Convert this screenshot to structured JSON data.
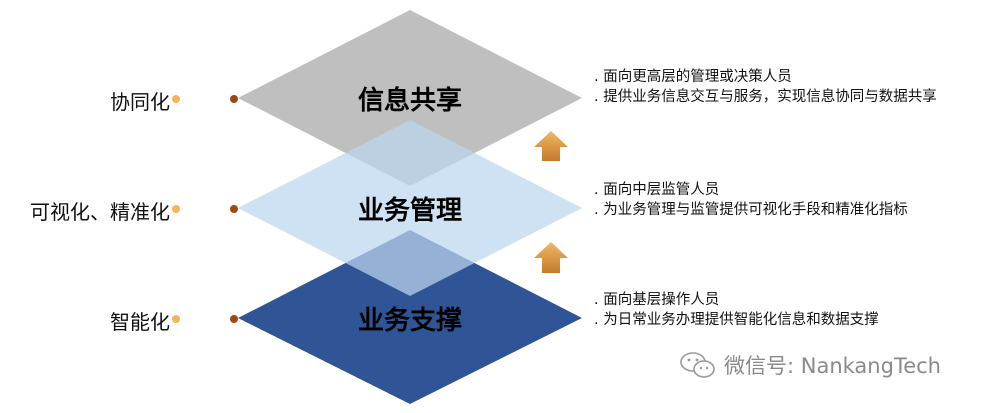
{
  "layers": [
    {
      "title": "信息共享",
      "left_label": "协同化",
      "desc": [
        "面向更高层的管理或决策人员",
        "提供业务信息交互与服务，实现信息协同与数据共享"
      ],
      "color": "#bfbfbf"
    },
    {
      "title": "业务管理",
      "left_label": "可视化、精准化",
      "desc": [
        "面向中层监管人员",
        "为业务管理与监管提供可视化手段和精准化指标"
      ],
      "color": "#bdd7ee"
    },
    {
      "title": "业务支撑",
      "left_label": "智能化",
      "desc": [
        "面向基层操作人员",
        "为日常业务办理提供智能化信息和数据支撑"
      ],
      "color": "#2f5597"
    }
  ],
  "bullet": ".",
  "watermark": "微信号: NankangTech",
  "colors": {
    "arrow": "#e6a24a",
    "dot_light": "#f4b55a",
    "dot_dark": "#9c4a10"
  }
}
